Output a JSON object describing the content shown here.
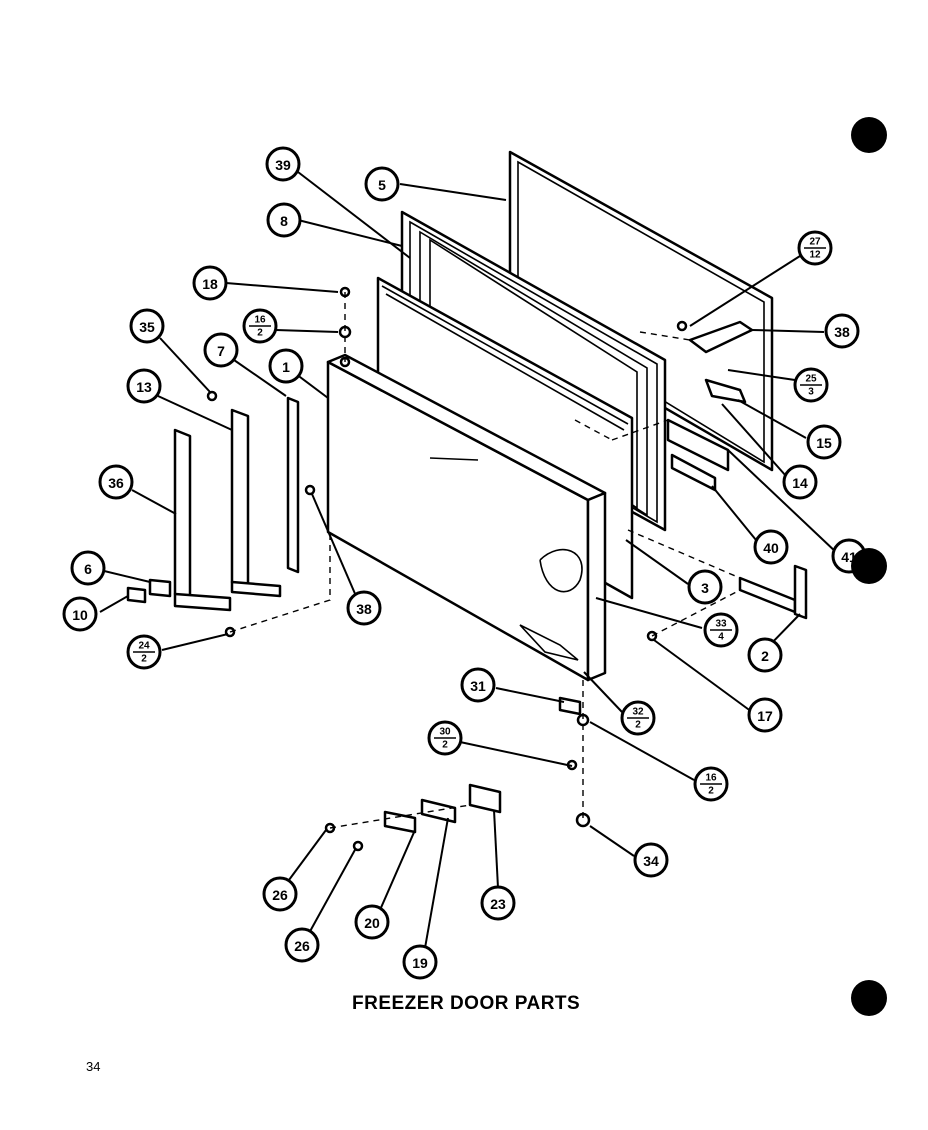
{
  "diagram_title": "FREEZER DOOR PARTS",
  "page_number": "34",
  "callouts": [
    {
      "id": "39",
      "label": "39"
    },
    {
      "id": "5",
      "label": "5"
    },
    {
      "id": "8",
      "label": "8"
    },
    {
      "id": "18a",
      "label": "18"
    },
    {
      "id": "16a",
      "label": "16",
      "sub": "2"
    },
    {
      "id": "35",
      "label": "35"
    },
    {
      "id": "7",
      "label": "7"
    },
    {
      "id": "1",
      "label": "1"
    },
    {
      "id": "13",
      "label": "13"
    },
    {
      "id": "36",
      "label": "36"
    },
    {
      "id": "6",
      "label": "6"
    },
    {
      "id": "10",
      "label": "10"
    },
    {
      "id": "24",
      "label": "24",
      "sub": "2"
    },
    {
      "id": "38a",
      "label": "38"
    },
    {
      "id": "27",
      "label": "27",
      "sub": "12"
    },
    {
      "id": "38b",
      "label": "38"
    },
    {
      "id": "25",
      "label": "25",
      "sub": "3"
    },
    {
      "id": "15",
      "label": "15"
    },
    {
      "id": "14",
      "label": "14"
    },
    {
      "id": "40",
      "label": "40"
    },
    {
      "id": "41",
      "label": "41"
    },
    {
      "id": "3",
      "label": "3"
    },
    {
      "id": "33",
      "label": "33",
      "sub": "4"
    },
    {
      "id": "2",
      "label": "2"
    },
    {
      "id": "17",
      "label": "17"
    },
    {
      "id": "31",
      "label": "31"
    },
    {
      "id": "32",
      "label": "32",
      "sub": "2"
    },
    {
      "id": "30",
      "label": "30",
      "sub": "2"
    },
    {
      "id": "16b",
      "label": "16",
      "sub": "2"
    },
    {
      "id": "34",
      "label": "34"
    },
    {
      "id": "26a",
      "label": "26"
    },
    {
      "id": "26b",
      "label": "26"
    },
    {
      "id": "20",
      "label": "20"
    },
    {
      "id": "19",
      "label": "19"
    },
    {
      "id": "23",
      "label": "23"
    }
  ]
}
